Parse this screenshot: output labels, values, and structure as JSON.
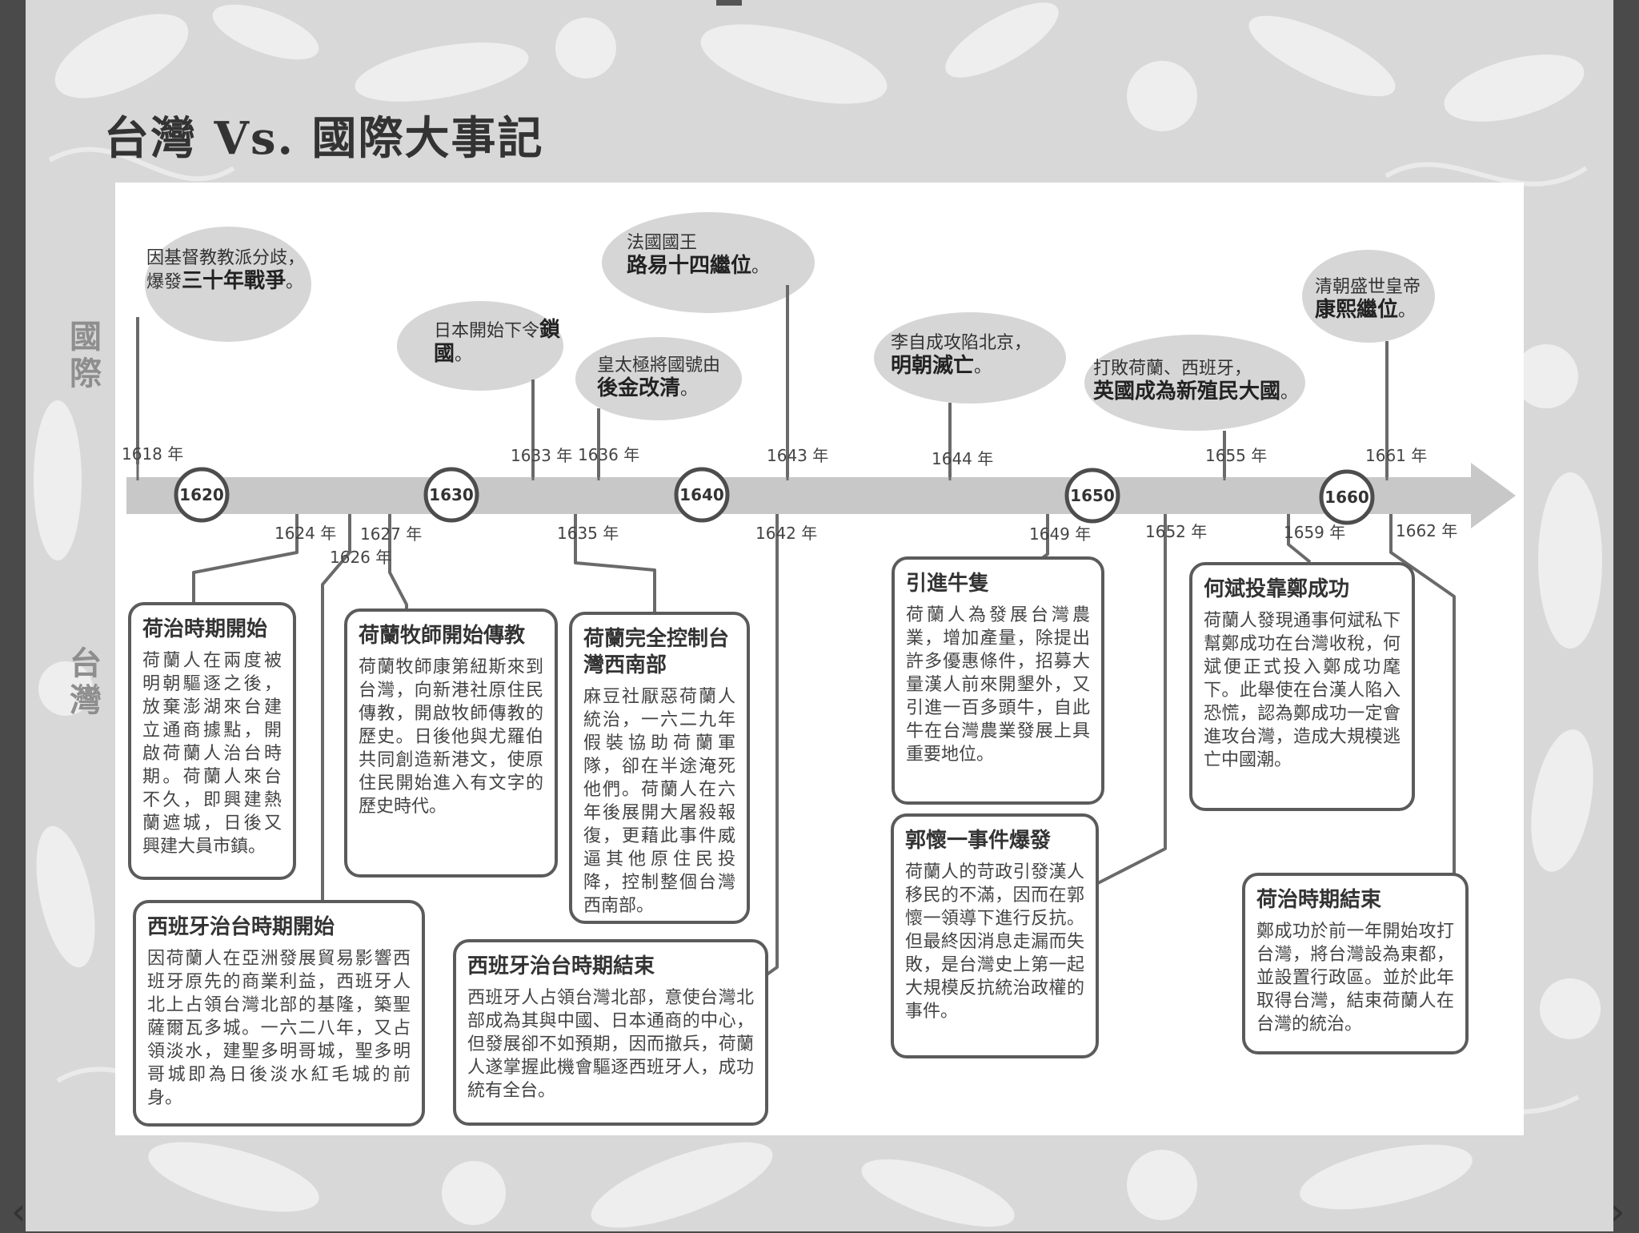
{
  "title": "台灣 Vs. 國際大事記",
  "side_labels": {
    "international": "國際",
    "taiwan": "台灣"
  },
  "decades": [
    "1620",
    "1630",
    "1640",
    "1650",
    "1660"
  ],
  "years_top": [
    "1618 年",
    "1633 年",
    "1636 年",
    "1643 年",
    "1644 年",
    "1655 年",
    "1661 年"
  ],
  "years_bottom": [
    "1624 年",
    "1626 年",
    "1627 年",
    "1635 年",
    "1642 年",
    "1649 年",
    "1652 年",
    "1659 年",
    "1662 年"
  ],
  "international": [
    {
      "pre": "因基督教教派分歧，爆發",
      "bold": "三十年戰爭",
      "post": "。"
    },
    {
      "pre": "日本開始下令",
      "bold": "鎖國",
      "post": "。"
    },
    {
      "pre": "皇太極將國號由",
      "bold": "後金改清",
      "post": "。"
    },
    {
      "pre": "法國國王",
      "bold": "路易十四繼位",
      "post": "。"
    },
    {
      "pre": "李自成攻陷北京，",
      "bold": "明朝滅亡",
      "post": "。"
    },
    {
      "pre": "打敗荷蘭、西班牙，",
      "bold": "英國成為新殖民大國",
      "post": "。"
    },
    {
      "pre": "清朝盛世皇帝",
      "bold": "康熙繼位",
      "post": "。"
    }
  ],
  "taiwan": [
    {
      "title": "荷治時期開始",
      "text": "荷蘭人在兩度被明朝驅逐之後，放棄澎湖來台建立通商據點，開啟荷蘭人治台時期。荷蘭人來台不久，即興建熱蘭遮城，日後又興建大員市鎮。"
    },
    {
      "title": "西班牙治台時期開始",
      "text": "因荷蘭人在亞洲發展貿易影響西班牙原先的商業利益，西班牙人北上占領台灣北部的基隆，築聖薩爾瓦多城。一六二八年，又占領淡水，建聖多明哥城，聖多明哥城即為日後淡水紅毛城的前身。"
    },
    {
      "title": "荷蘭牧師開始傳教",
      "text": "荷蘭牧師康第紐斯來到台灣，向新港社原住民傳教，開啟牧師傳教的歷史。日後他與尤羅伯共同創造新港文，使原住民開始進入有文字的歷史時代。"
    },
    {
      "title": "荷蘭完全控制台灣西南部",
      "text": "麻豆社厭惡荷蘭人統治，一六二九年假裝協助荷蘭軍隊，卻在半途淹死他們。荷蘭人在六年後展開大屠殺報復，更藉此事件威逼其他原住民投降，控制整個台灣西南部。"
    },
    {
      "title": "西班牙治台時期結束",
      "text": "西班牙人占領台灣北部，意使台灣北部成為其與中國、日本通商的中心，但發展卻不如預期，因而撤兵，荷蘭人遂掌握此機會驅逐西班牙人，成功統有全台。"
    },
    {
      "title": "引進牛隻",
      "text": "荷蘭人為發展台灣農業，增加產量，除提出許多優惠條件，招募大量漢人前來開墾外，又引進一百多頭牛，自此牛在台灣農業發展上具重要地位。"
    },
    {
      "title": "郭懷一事件爆發",
      "text": "荷蘭人的苛政引發漢人移民的不滿，因而在郭懷一領導下進行反抗。但最終因消息走漏而失敗，是台灣史上第一起大規模反抗統治政權的事件。"
    },
    {
      "title": "何斌投靠鄭成功",
      "text": "荷蘭人發現通事何斌私下幫鄭成功在台灣收稅，何斌便正式投入鄭成功麾下。此舉使在台漢人陷入恐慌，認為鄭成功一定會進攻台灣，造成大規模逃亡中國潮。"
    },
    {
      "title": "荷治時期結束",
      "text": "鄭成功於前一年開始攻打台灣，將台灣設為東都，並設置行政區。並於此年取得台灣，結束荷蘭人在台灣的統治。"
    }
  ],
  "nav": {
    "prev": "‹",
    "next": "›"
  },
  "colors": {
    "bar": "#c8c8c8",
    "bubble": "#d6d6d6",
    "line": "#6a6a6a",
    "box_border": "#5b5b5b"
  }
}
